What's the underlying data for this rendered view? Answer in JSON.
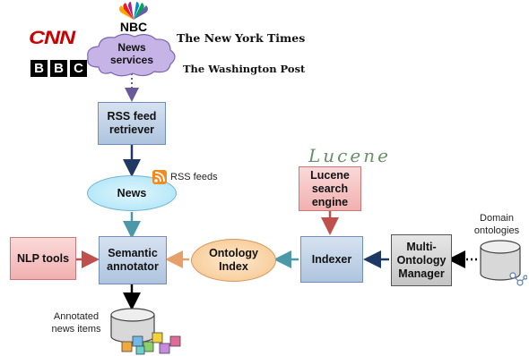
{
  "sources": {
    "cnn": "CNN",
    "nbc": "NBC",
    "bbc": [
      "B",
      "B",
      "C"
    ],
    "nyt": "The New York Times",
    "wapo": "The Washington Post"
  },
  "nodes": {
    "news_services": "News\nservices",
    "rss_retriever": "RSS  feed\nretriever",
    "news": "News",
    "rss_feeds": "RSS feeds",
    "lucene_logo": "Lucene",
    "lucene_engine": "Lucene\nsearch\nengine",
    "domain_ontologies": "Domain\nontologies",
    "nlp_tools": "NLP tools",
    "semantic_annotator": "Semantic\nannotator",
    "ontology_index": "Ontology\nIndex",
    "indexer": "Indexer",
    "multi_ontology_manager": "Multi-\nOntology\nManager",
    "annotated_news": "Annotated\nnews items"
  },
  "icons": [
    "nbc-peacock-icon",
    "rss-icon",
    "database-icon",
    "cubes-icon"
  ],
  "colors": {
    "blue_box": "#b8cce4",
    "red_box": "#f4b6b6",
    "gray_box": "#d9d9d9",
    "cloud": "#c6b4e6",
    "news_ellipse": "#bfe9f8",
    "ontology_ellipse": "#f9d6a8",
    "arrow_dark": "#1f3864",
    "arrow_teal": "#4a98a8",
    "arrow_red": "#c0504d",
    "arrow_orange": "#e8a06a"
  }
}
